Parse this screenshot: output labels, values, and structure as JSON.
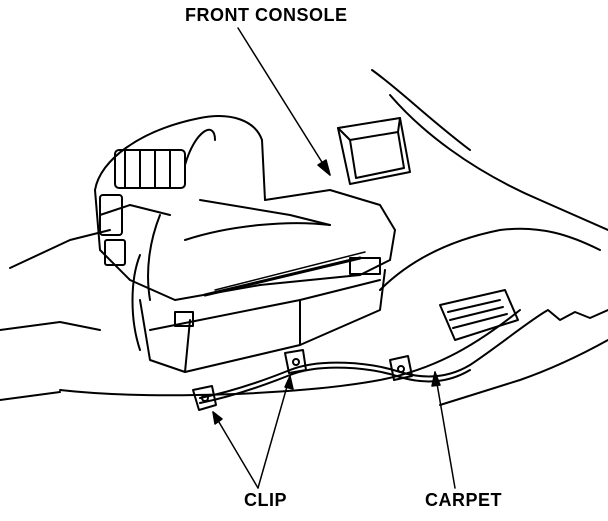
{
  "diagram": {
    "labels": {
      "front_console": "FRONT CONSOLE",
      "clip": "CLIP",
      "carpet": "CARPET"
    },
    "colors": {
      "ink": "#000000",
      "paper": "#ffffff"
    }
  }
}
